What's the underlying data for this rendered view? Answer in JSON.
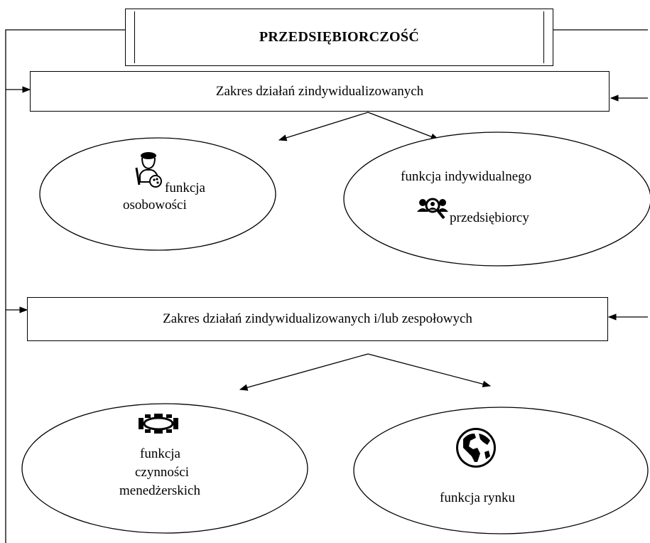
{
  "title": "PRZEDSIĘBIORCZOŚĆ",
  "scope_individual": "Zakres działań zindywidualizowanych",
  "scope_mixed": "Zakres działań zindywidualizowanych i/lub zespołowych",
  "functions": {
    "personality": [
      "funkcja",
      "osobowości"
    ],
    "entrepreneur": [
      "funkcja indywidualnego",
      "przedsiębiorcy"
    ],
    "management": [
      "funkcja",
      "czynności",
      "menedżerskich"
    ],
    "market": [
      "funkcja rynku"
    ]
  },
  "icons": {
    "personality": "artist-icon",
    "entrepreneur": "team-search-icon",
    "management": "meeting-table-icon",
    "market": "globe-icon"
  }
}
